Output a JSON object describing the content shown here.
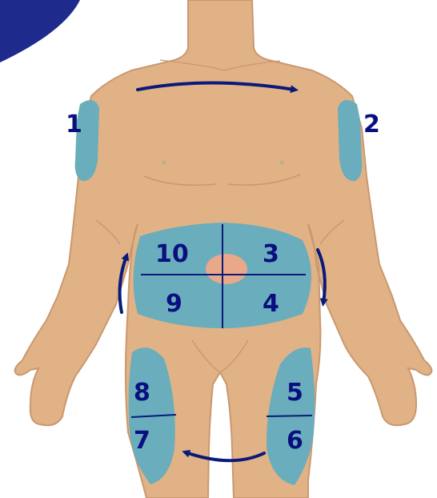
{
  "colors": {
    "skin": "#e1b285",
    "skin_outline": "#c99870",
    "injection_zone": "#6aadbc",
    "label_navy": "#0a0f80",
    "arrow_navy": "#0a1a7a",
    "navel": "#e9a88a",
    "corner_accent": "#1e2a8c"
  },
  "injection_sites": [
    {
      "id": "site-1",
      "number": "1",
      "region": "right upper arm"
    },
    {
      "id": "site-2",
      "number": "2",
      "region": "left upper arm"
    },
    {
      "id": "site-3",
      "number": "3",
      "region": "abdomen upper left"
    },
    {
      "id": "site-4",
      "number": "4",
      "region": "abdomen lower left"
    },
    {
      "id": "site-5",
      "number": "5",
      "region": "left thigh upper"
    },
    {
      "id": "site-6",
      "number": "6",
      "region": "left thigh lower"
    },
    {
      "id": "site-7",
      "number": "7",
      "region": "right thigh lower"
    },
    {
      "id": "site-8",
      "number": "8",
      "region": "right thigh upper"
    },
    {
      "id": "site-9",
      "number": "9",
      "region": "abdomen lower right"
    },
    {
      "id": "site-10",
      "number": "10",
      "region": "abdomen upper right"
    }
  ],
  "rotation_arrows": [
    {
      "id": "arrow-arms",
      "icon": "arrow-right-icon"
    },
    {
      "id": "arrow-abdomen-right",
      "icon": "arrow-down-icon"
    },
    {
      "id": "arrow-legs",
      "icon": "arrow-left-icon"
    },
    {
      "id": "arrow-abdomen-left",
      "icon": "arrow-up-icon"
    }
  ]
}
